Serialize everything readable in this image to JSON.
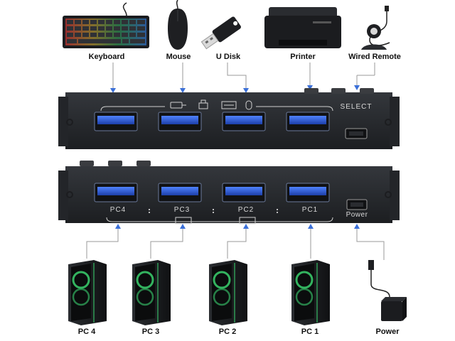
{
  "peripherals": [
    {
      "label": "Keyboard",
      "icon": "keyboard-icon"
    },
    {
      "label": "Mouse",
      "icon": "mouse-icon"
    },
    {
      "label": "U Disk",
      "icon": "usb-drive-icon"
    },
    {
      "label": "Printer",
      "icon": "printer-icon"
    },
    {
      "label": "Wired Remote",
      "icon": "wired-remote-icon"
    }
  ],
  "top_panel": {
    "select_label": "SELECT"
  },
  "bottom_panel": {
    "port_labels": [
      "PC4",
      "PC3",
      "PC2",
      "PC1"
    ],
    "power_label": "Power"
  },
  "computers": [
    {
      "label": "PC 4",
      "icon": "pc-tower-icon"
    },
    {
      "label": "PC 3",
      "icon": "pc-tower-icon"
    },
    {
      "label": "PC 2",
      "icon": "pc-tower-icon"
    },
    {
      "label": "PC 1",
      "icon": "pc-tower-icon"
    }
  ],
  "power_adapter": {
    "label": "Power",
    "icon": "power-adapter-icon"
  },
  "colors": {
    "connector_line": "#3a6fd8",
    "device_body": "#222428",
    "usb_port": "#2a5bd7",
    "pc_glow": "#3bd16f"
  }
}
